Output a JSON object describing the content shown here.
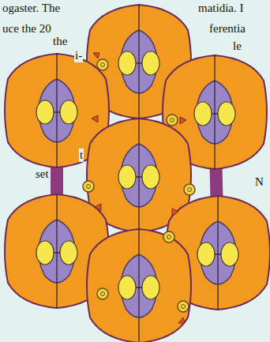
{
  "diagram": {
    "labels": [
      "ogaster. The",
      "uce the 20",
      "the",
      "i-",
      "t",
      "set",
      "matidia. I",
      "ferentia",
      "le",
      "N"
    ]
  }
}
